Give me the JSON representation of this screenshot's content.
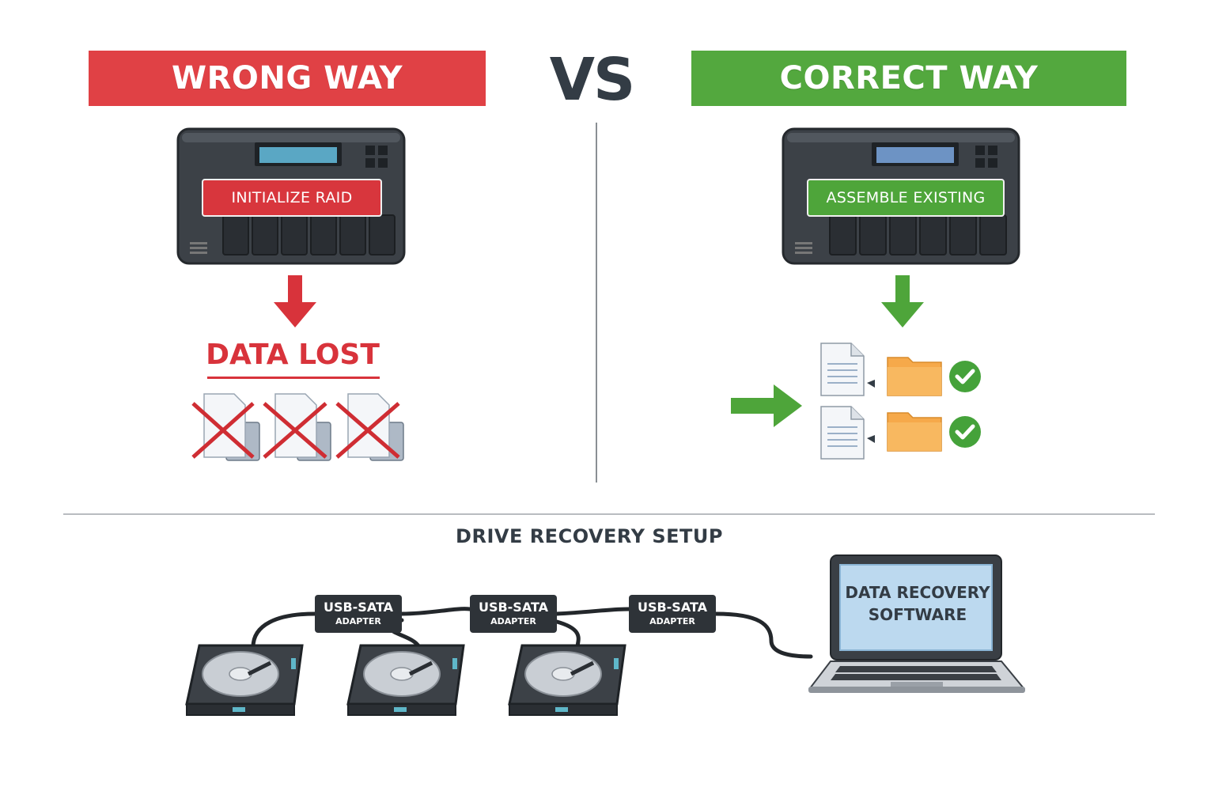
{
  "comparison": {
    "wrong": {
      "title": "WRONG WAY",
      "color": "#e04145",
      "nas_action": "INITIALIZE RAID",
      "result": "DATA LOST"
    },
    "vs": "VS",
    "correct": {
      "title": "CORRECT WAY",
      "color": "#53a83e",
      "nas_action": "ASSEMBLE EXISTING"
    }
  },
  "setup": {
    "title": "DRIVE RECOVERY SETUP",
    "adapters": [
      {
        "line1": "USB-SATA",
        "line2": "ADAPTER"
      },
      {
        "line1": "USB-SATA",
        "line2": "ADAPTER"
      },
      {
        "line1": "USB-SATA",
        "line2": "ADAPTER"
      }
    ],
    "laptop_screen": {
      "line1": "DATA RECOVERY",
      "line2": "SOFTWARE"
    }
  },
  "icons": [
    "nas-icon",
    "down-arrow-icon",
    "right-arrow-icon",
    "document-icon",
    "folder-icon",
    "check-icon",
    "cross-icon",
    "hard-drive-icon",
    "laptop-icon"
  ]
}
